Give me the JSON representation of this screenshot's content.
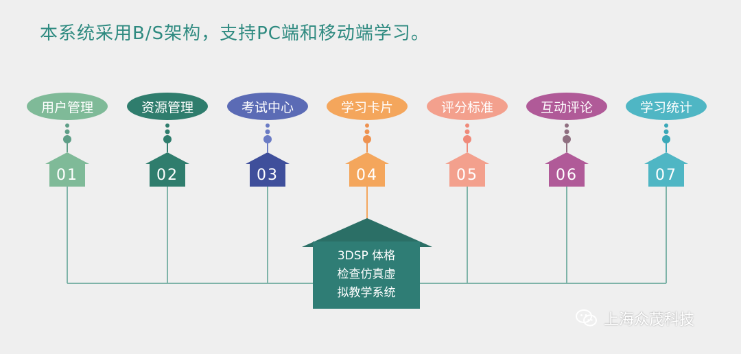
{
  "headline": "本系统采用B/S架构，支持PC端和移动端学习。",
  "modules": [
    {
      "label": "用户管理",
      "number": "01",
      "label_color": "#7fba98",
      "house_color": "#7fba98",
      "dot_color": "#5e9e87"
    },
    {
      "label": "资源管理",
      "number": "02",
      "label_color": "#2f7d6d",
      "house_color": "#2f7d6d",
      "dot_color": "#2f7d6d"
    },
    {
      "label": "考试中心",
      "number": "03",
      "label_color": "#5b6bb5",
      "house_color": "#3f4f9b",
      "dot_color": "#6a7bc4"
    },
    {
      "label": "学习卡片",
      "number": "04",
      "label_color": "#f4a65c",
      "house_color": "#f4a65c",
      "dot_color": "#ee9250"
    },
    {
      "label": "评分标准",
      "number": "05",
      "label_color": "#f3a08d",
      "house_color": "#f3a08d",
      "dot_color": "#ef8a7a"
    },
    {
      "label": "互动评论",
      "number": "06",
      "label_color": "#b05a98",
      "house_color": "#b05a98",
      "dot_color": "#8f6f80"
    },
    {
      "label": "学习统计",
      "number": "07",
      "label_color": "#4fb6c4",
      "house_color": "#4fb6c4",
      "dot_color": "#3aa8b8"
    }
  ],
  "center": {
    "lines": [
      "3DSP 体格",
      "检查仿真虚",
      "拟教学系统"
    ],
    "color": "#2f7d75",
    "roof_color": "#2b6f66"
  },
  "connector_color": "#7eb3a8",
  "watermark": {
    "icon": "wechat-icon",
    "text": "上海众茂科技"
  }
}
